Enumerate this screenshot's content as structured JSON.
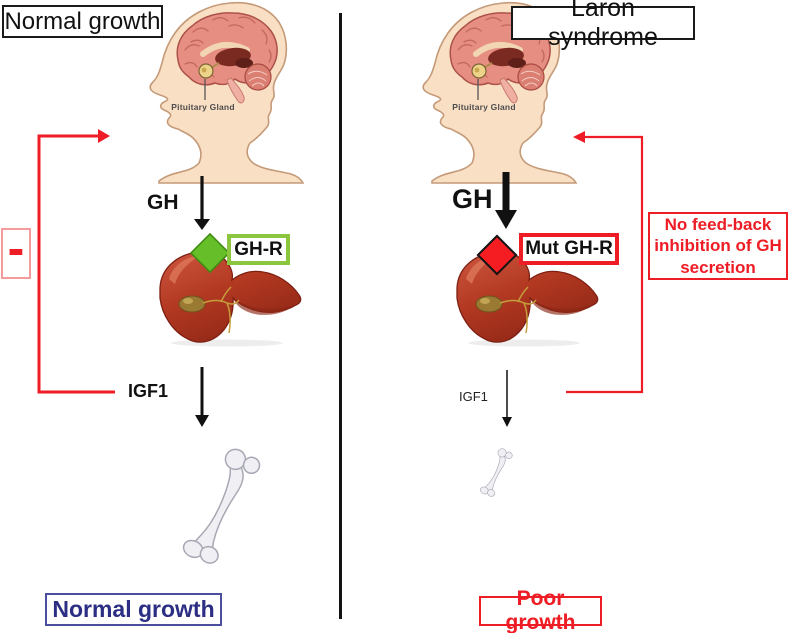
{
  "left_panel": {
    "title": "Normal growth",
    "pituitary_label": "Pituitary Gland",
    "gh_label": "GH",
    "receptor_label": "GH-R",
    "igf1_label": "IGF1",
    "feedback_sign": "-",
    "outcome_label": "Normal growth"
  },
  "right_panel": {
    "title": "Laron syndrome",
    "pituitary_label": "Pituitary Gland",
    "gh_label": "GH",
    "receptor_label": "Mut GH-R",
    "igf1_label": "IGF1",
    "feedback_note": "No feed-back inhibition of GH secretion",
    "outcome_label": "Poor growth"
  },
  "colors": {
    "red": "#EE1C24",
    "green_border": "#8CC63F",
    "green_diamond": "#66BE28",
    "navy_text": "#2B2E83",
    "navy_border": "#4B4D9E",
    "black": "#111111"
  }
}
